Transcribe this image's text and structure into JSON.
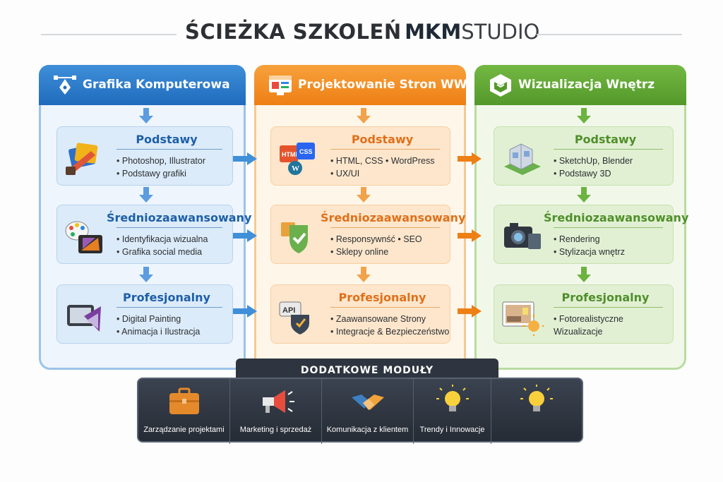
{
  "title": {
    "part1": "ŚCIEŻKA SZKOLEŃ",
    "part2": "MKM",
    "part3": "STUDIO"
  },
  "columns": [
    {
      "name": "Grafika Komputerowa",
      "icon": "pen-tool-icon",
      "levels": [
        {
          "title": "Podstawy",
          "items": [
            "Photoshop, Illustrator",
            "Podstawy grafiki"
          ],
          "icon": "graphics-tools-icon"
        },
        {
          "title": "Średniozaawansowany",
          "items": [
            "Identyfikacja wizualna",
            "Grafika social media"
          ],
          "icon": "palette-tablet-icon"
        },
        {
          "title": "Profesjonalny",
          "items": [
            "Digital Painting",
            "Animacja i Ilustracja"
          ],
          "icon": "drawing-tablet-icon"
        }
      ]
    },
    {
      "name": "Projektowanie Stron WWW",
      "icon": "browser-icon",
      "levels": [
        {
          "title": "Podstawy",
          "items": [
            "HTML, CSS • WordPress",
            "UX/UI"
          ],
          "icon": "html-css-wordpress-icon"
        },
        {
          "title": "Średniozaawansowany",
          "items": [
            "Responsywnść • SEO",
            "Sklepy online"
          ],
          "icon": "responsive-shield-icon"
        },
        {
          "title": "Profesjonalny",
          "items": [
            "Zaawansowane Strony",
            "Integracje & Bezpieczeństwo"
          ],
          "icon": "api-security-icon"
        }
      ]
    },
    {
      "name": "Wizualizacja Wnętrz",
      "icon": "cube-icon",
      "levels": [
        {
          "title": "Podstawy",
          "items": [
            "SketchUp, Blender",
            "Podstawy 3D"
          ],
          "icon": "3d-building-icon"
        },
        {
          "title": "Średniozaawansowany",
          "items": [
            "Rendering",
            "Stylizacja wnętrz"
          ],
          "icon": "camera-icon"
        },
        {
          "title": "Profesjonalny",
          "items": [
            "Fotorealistyczne Wizualizacje"
          ],
          "icon": "interior-photo-icon"
        }
      ]
    }
  ],
  "modules_title": "DODATKOWE MODUŁY",
  "modules": [
    {
      "label": "Zarządzanie projektami",
      "icon": "briefcase-icon"
    },
    {
      "label": "Marketing i sprzedaż",
      "icon": "megaphone-icon"
    },
    {
      "label": "Komunikacja z klientem",
      "icon": "handshake-icon"
    },
    {
      "label": "Trendy i Innowacje",
      "icon": "lightbulb-icon"
    },
    {
      "label": "",
      "icon": "lightbulb-icon"
    }
  ],
  "colors": {
    "blue": "#1f6bbd",
    "orange": "#ee7f14",
    "green": "#53992a",
    "dark": "#2e3540"
  }
}
